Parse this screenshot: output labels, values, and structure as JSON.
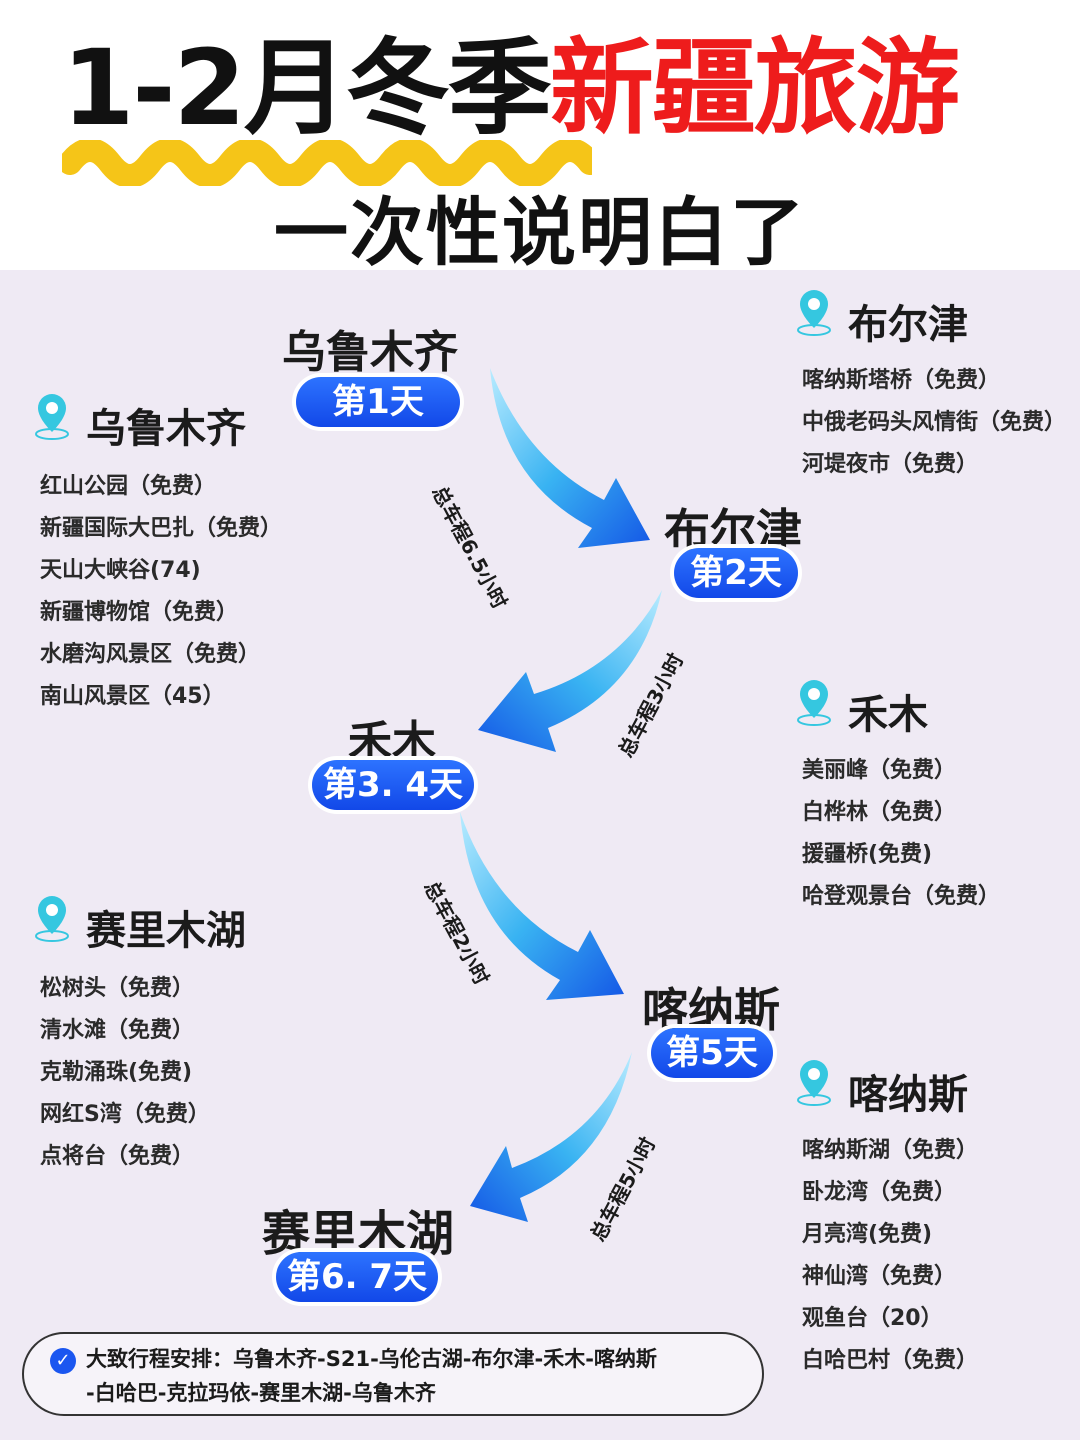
{
  "header": {
    "title_black": "1-2月冬季",
    "title_red": "新疆旅游",
    "subtitle": "一次性说明白了"
  },
  "route": {
    "stops": [
      {
        "name": "乌鲁木齐",
        "day": "第1天"
      },
      {
        "name": "布尔津",
        "day": "第2天"
      },
      {
        "name": "禾木",
        "day": "第3. 4天"
      },
      {
        "name": "喀纳斯",
        "day": "第5天"
      },
      {
        "name": "赛里木湖",
        "day": "第6. 7天"
      }
    ],
    "drives": [
      "总车程6.5小时",
      "总车程3小时",
      "总车程2小时",
      "总车程5小时"
    ]
  },
  "sections": {
    "urumqi": {
      "title": "乌鲁木齐",
      "items": [
        "红山公园（免费）",
        "新疆国际大巴扎（免费）",
        "天山大峡谷(74)",
        "新疆博物馆（免费）",
        "水磨沟风景区（免费）",
        "南山风景区（45）"
      ]
    },
    "burqin": {
      "title": "布尔津",
      "items": [
        "喀纳斯塔桥（免费）",
        "中俄老码头风情街（免费）",
        "河堤夜市（免费）"
      ]
    },
    "hemu": {
      "title": "禾木",
      "items": [
        "美丽峰（免费）",
        "白桦林（免费）",
        "援疆桥(免费)",
        "哈登观景台（免费）"
      ]
    },
    "sayram": {
      "title": "赛里木湖",
      "items": [
        "松树头（免费）",
        "清水滩（免费）",
        "克勒涌珠(免费)",
        "网红S湾（免费）",
        "点将台（免费）"
      ]
    },
    "kanas": {
      "title": "喀纳斯",
      "items": [
        "喀纳斯湖（免费）",
        "卧龙湾（免费）",
        "月亮湾(免费)",
        "神仙湾（免费）",
        "观鱼台（20）",
        "白哈巴村（免费）"
      ]
    }
  },
  "plan": {
    "line1": "大致行程安排：乌鲁木齐-S21-乌伦古湖-布尔津-禾木-喀纳斯",
    "line2": "-白哈巴-克拉玛依-赛里木湖-乌鲁木齐"
  },
  "colors": {
    "accent_blue": "#1a56f0",
    "title_red": "#ee1c1c",
    "highlight_yellow": "#f5c518",
    "pin_cyan": "#35c7e0"
  },
  "icons": {
    "pin": "map-pin-icon",
    "check": "check-circle-icon",
    "arrow": "curved-arrow-icon"
  }
}
